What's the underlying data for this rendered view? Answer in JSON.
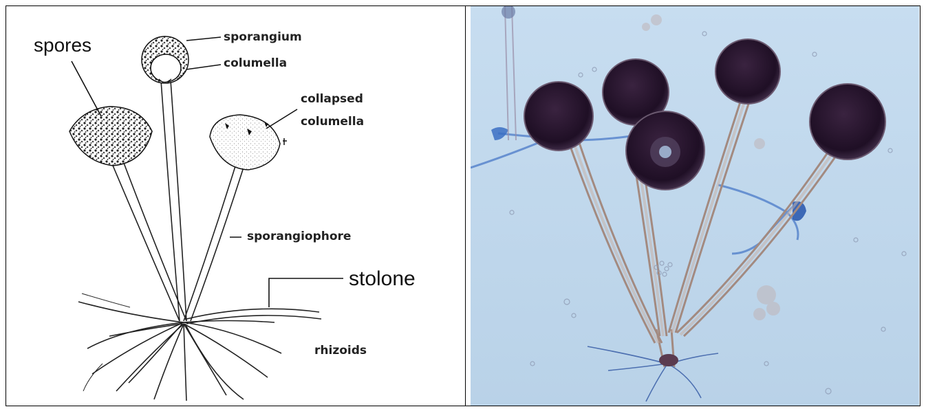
{
  "diagram": {
    "labels": {
      "spores": "spores",
      "sporangium": "sporangium",
      "columella": "columella",
      "collapsed_columella_line1": "collapsed",
      "collapsed_columella_line2": "columella",
      "sporangiophore": "sporangiophore",
      "stolone": "stolone",
      "rhizoids": "rhizoids"
    }
  },
  "colors": {
    "micrograph_background": "#c6dcee",
    "sporangium_dark": "#2a1530",
    "stalk_brown": "#b89a8c"
  }
}
